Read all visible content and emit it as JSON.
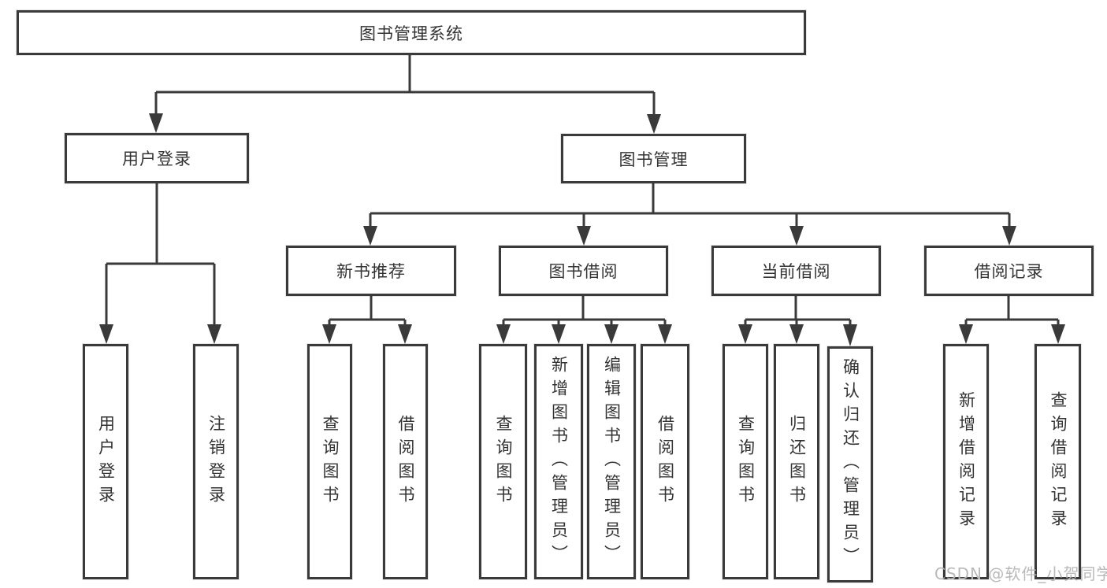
{
  "tree": {
    "root": {
      "label": "图书管理系统"
    },
    "children": [
      {
        "label": "用户登录",
        "children": [
          {
            "label": "用户登录"
          },
          {
            "label": "注销登录"
          }
        ]
      },
      {
        "label": "图书管理",
        "children": [
          {
            "label": "新书推荐",
            "children": [
              {
                "label": "查询图书"
              },
              {
                "label": "借阅图书"
              }
            ]
          },
          {
            "label": "图书借阅",
            "children": [
              {
                "label": "查询图书"
              },
              {
                "label": "新增图书（管理员）"
              },
              {
                "label": "编辑图书（管理员）"
              },
              {
                "label": "借阅图书"
              }
            ]
          },
          {
            "label": "当前借阅",
            "children": [
              {
                "label": "查询图书"
              },
              {
                "label": "归还图书"
              },
              {
                "label": "确认归还（管理员）"
              }
            ]
          },
          {
            "label": "借阅记录",
            "children": [
              {
                "label": "新增借阅记录"
              },
              {
                "label": "查询借阅记录"
              }
            ]
          }
        ]
      }
    ]
  },
  "colors": {
    "line": "#3a3a3a",
    "text": "#333333",
    "watermark": "#b9b9b9",
    "background": "#ffffff"
  },
  "watermark": "CSDN @软件_小贺同学"
}
